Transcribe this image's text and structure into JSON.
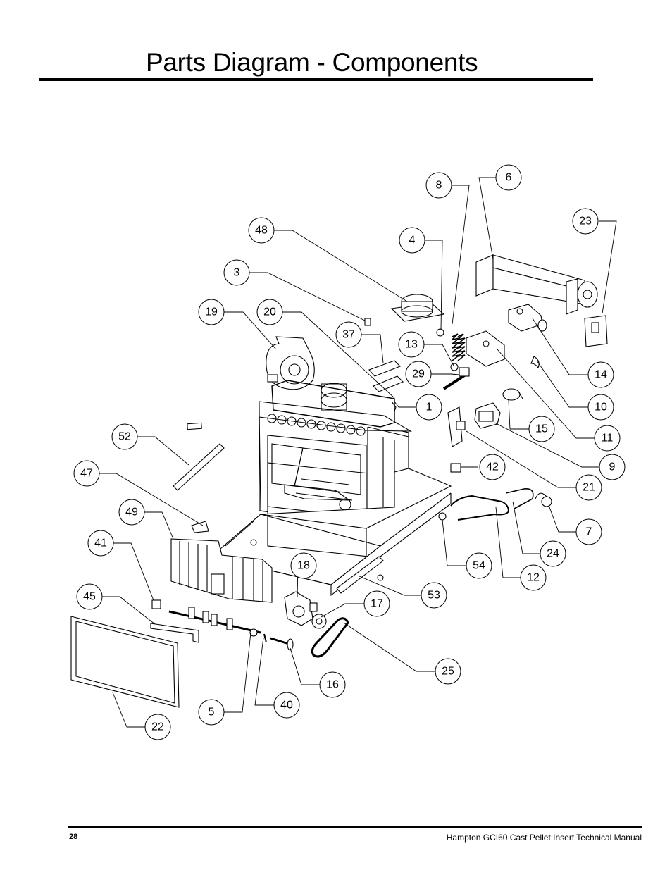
{
  "page": {
    "title": "Parts Diagram - Components",
    "page_number": "28",
    "manual_title": "Hampton GCI60 Cast Pellet Insert Technical Manual"
  },
  "callouts": [
    "8",
    "6",
    "23",
    "48",
    "4",
    "3",
    "19",
    "20",
    "37",
    "13",
    "29",
    "1",
    "14",
    "10",
    "15",
    "11",
    "9",
    "52",
    "42",
    "21",
    "47",
    "49",
    "7",
    "41",
    "24",
    "54",
    "12",
    "18",
    "53",
    "45",
    "17",
    "25",
    "16",
    "5",
    "40",
    "22"
  ]
}
